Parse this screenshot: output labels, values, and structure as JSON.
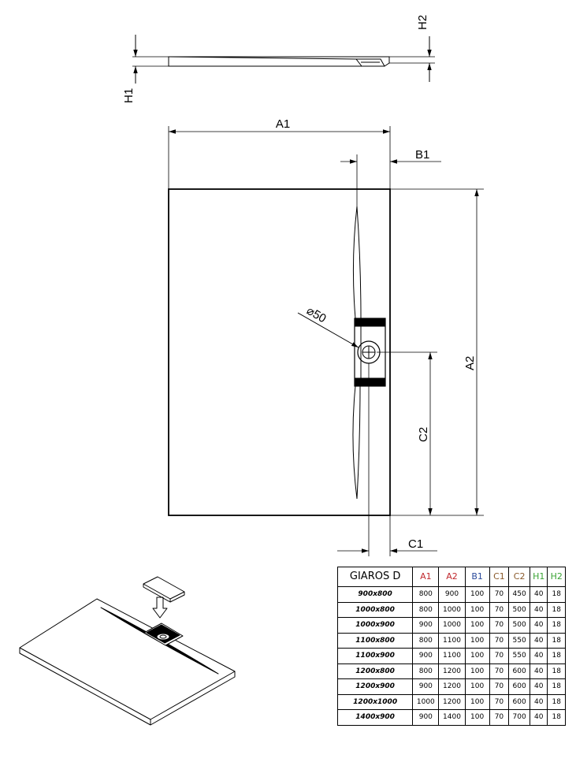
{
  "colors": {
    "A": "#c0282d",
    "B": "#2a4a9b",
    "C": "#8a5a2b",
    "H": "#3aa335",
    "line": "#000000"
  },
  "labels": {
    "a1": "A1",
    "a2": "A2",
    "b1": "B1",
    "c1": "C1",
    "c2": "C2",
    "h1": "H1",
    "h2": "H2",
    "drain": "⌀50"
  },
  "table": {
    "brand": "GIAROS D",
    "headers": [
      "A1",
      "A2",
      "B1",
      "C1",
      "C2",
      "H1",
      "H2"
    ],
    "rows": [
      {
        "model": "900x800",
        "values": [
          "800",
          "900",
          "100",
          "70",
          "450",
          "40",
          "18"
        ]
      },
      {
        "model": "1000x800",
        "values": [
          "800",
          "1000",
          "100",
          "70",
          "500",
          "40",
          "18"
        ]
      },
      {
        "model": "1000x900",
        "values": [
          "900",
          "1000",
          "100",
          "70",
          "500",
          "40",
          "18"
        ]
      },
      {
        "model": "1100x800",
        "values": [
          "800",
          "1100",
          "100",
          "70",
          "550",
          "40",
          "18"
        ]
      },
      {
        "model": "1100x900",
        "values": [
          "900",
          "1100",
          "100",
          "70",
          "550",
          "40",
          "18"
        ]
      },
      {
        "model": "1200x800",
        "values": [
          "800",
          "1200",
          "100",
          "70",
          "600",
          "40",
          "18"
        ]
      },
      {
        "model": "1200x900",
        "values": [
          "900",
          "1200",
          "100",
          "70",
          "600",
          "40",
          "18"
        ]
      },
      {
        "model": "1200x1000",
        "values": [
          "1000",
          "1200",
          "100",
          "70",
          "600",
          "40",
          "18"
        ]
      },
      {
        "model": "1400x900",
        "values": [
          "900",
          "1400",
          "100",
          "70",
          "700",
          "40",
          "18"
        ]
      }
    ]
  }
}
